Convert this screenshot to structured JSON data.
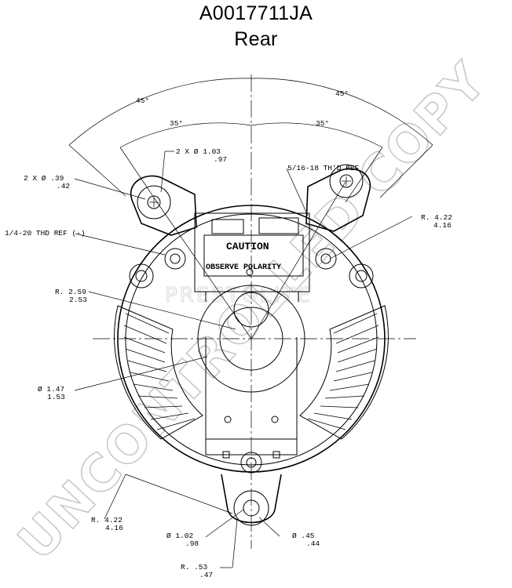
{
  "title": {
    "line1": "A0017711JA",
    "line2": "Rear"
  },
  "angles": {
    "outer_left": "45°",
    "outer_right": "45°",
    "inner_left": "35°",
    "inner_right": "35°"
  },
  "dimensions": {
    "hole_dia_2x": {
      "prefix": "2 X Ø 1.03",
      "lower": ".97"
    },
    "hole_dia_2x_small": {
      "prefix": "2 X Ø .39",
      "lower": ".42"
    },
    "thread_5_16": "5/16-18 TH'D REF",
    "radius_right_top": {
      "upper": "R. 4.22",
      "lower": "4.16"
    },
    "thread_1_4": "1/4-20 THD REF (-)",
    "radius_259": {
      "upper": "R. 2.59",
      "lower": "2.53"
    },
    "dia_147": {
      "upper": "Ø 1.47",
      "lower": "1.53"
    },
    "radius_bottom_left": {
      "upper": "R. 4.22",
      "lower": "4.16"
    },
    "dia_102": {
      "upper": "Ø 1.02",
      "lower": ".98"
    },
    "dia_45": {
      "upper": "Ø .45",
      "lower": ".44"
    },
    "radius_53": {
      "upper": "R. .53",
      "lower": ".47"
    }
  },
  "labels": {
    "caution": "CAUTION",
    "polarity": "OBSERVE POLARITY"
  },
  "watermark": {
    "main": "UNCONTROLLED COPY",
    "faint": "PRESTOLITE"
  }
}
